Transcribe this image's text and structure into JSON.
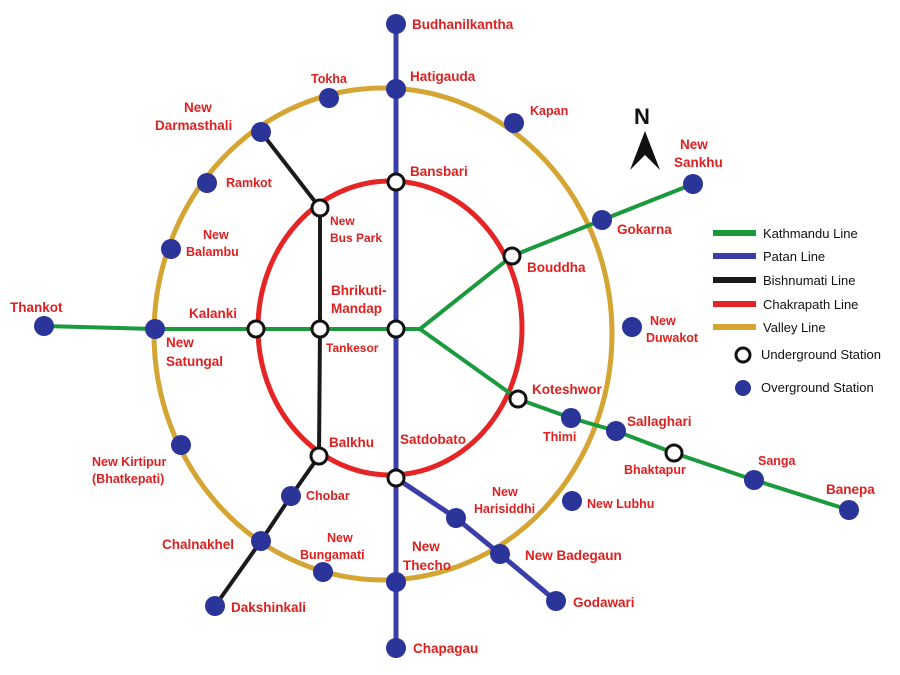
{
  "colors": {
    "kathmandu": "#1a9a3c",
    "patan": "#3a3ea8",
    "bishnumati": "#1a1a1a",
    "chakrapath": "#e52525",
    "valley": "#d4a532",
    "station_over": "#2b3499",
    "label": "#e02020"
  },
  "compass": {
    "letter": "N"
  },
  "legend": {
    "items": [
      {
        "key": "kathmandu",
        "label": "Kathmandu Line"
      },
      {
        "key": "patan",
        "label": "Patan Line"
      },
      {
        "key": "bishnumati",
        "label": "Bishnumati Line"
      },
      {
        "key": "chakrapath",
        "label": "Chakrapath Line"
      },
      {
        "key": "valley",
        "label": "Valley Line"
      }
    ],
    "underground": "Underground Station",
    "overground": "Overground Station"
  },
  "stations": {
    "budhanilkantha": "Budhanilkantha",
    "hatigauda": "Hatigauda",
    "tokha": "Tokha",
    "kapan": "Kapan",
    "new_darmasthali": [
      "New",
      "Darmasthali"
    ],
    "bansbari": "Bansbari",
    "new_sankhu": [
      "New",
      "Sankhu"
    ],
    "ramkot": "Ramkot",
    "new_bus_park": [
      "New",
      "Bus Park"
    ],
    "gokarna": "Gokarna",
    "new_balambu": [
      "New",
      "Balambu"
    ],
    "bouddha": "Bouddha",
    "bhrikuti_mandap": [
      "Bhrikuti-",
      "Mandap"
    ],
    "thankot": "Thankot",
    "kalanki": "Kalanki",
    "new_satungal": [
      "New",
      "Satungal"
    ],
    "tankesor": "Tankesor",
    "new_duwakot": [
      "New",
      "Duwakot"
    ],
    "koteshwor": "Koteshwor",
    "thimi": "Thimi",
    "sallaghari": "Sallaghari",
    "new_kirtipur": [
      "New Kirtipur",
      "(Bhatkepati)"
    ],
    "balkhu": "Balkhu",
    "satdobato": "Satdobato",
    "bhaktapur": "Bhaktapur",
    "sanga": "Sanga",
    "banepa": "Banepa",
    "chobar": "Chobar",
    "new_harisiddhi": [
      "New",
      "Harisiddhi"
    ],
    "new_lubhu": "New Lubhu",
    "chalnakhel": "Chalnakhel",
    "new_bungamati": [
      "New",
      "Bungamati"
    ],
    "new_thecho": [
      "New",
      "Thecho"
    ],
    "new_badegaun": "New Badegaun",
    "dakshinkali": "Dakshinkali",
    "godawari": "Godawari",
    "chapagau": "Chapagau"
  }
}
